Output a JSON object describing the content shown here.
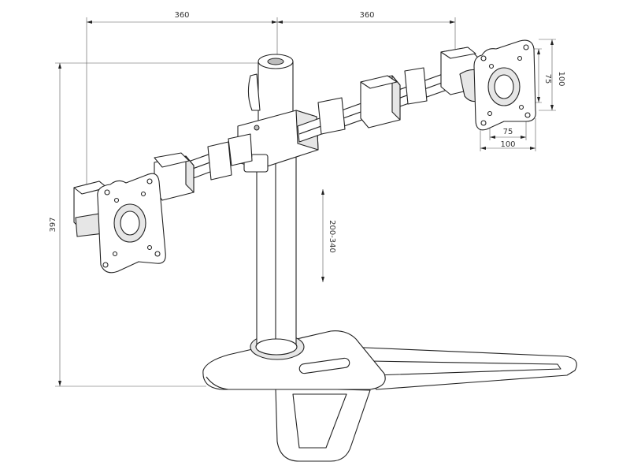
{
  "dimensions": {
    "left_arm_length": "360",
    "right_arm_length": "360",
    "total_height": "397",
    "adjustable_height": "200-340",
    "vesa_vertical_small": "75",
    "vesa_vertical_large": "100",
    "vesa_horizontal_small": "75",
    "vesa_horizontal_large": "100"
  },
  "colors": {
    "line": "#222222",
    "background": "#ffffff"
  }
}
